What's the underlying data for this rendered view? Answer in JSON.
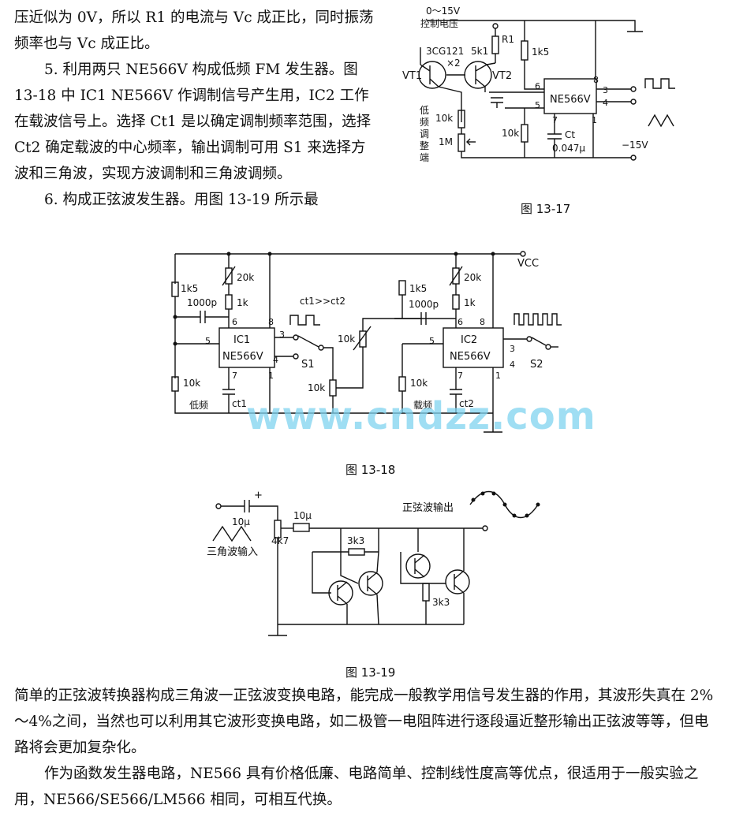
{
  "top_paragraphs": [
    "压近似为 0V，所以 R1 的电流与 Vc 成正比，同时振荡频率也与 Vc 成正比。",
    "5. 利用两只 NE566V 构成低频 FM 发生器。图 13-18 中 IC1 NE566V 作调制信号产生用，IC2 工作在载波信号上。选择 Ct1 是以确定调制频率范围，选择 Ct2 确定载波的中心频率，输出调制可用 S1 来选择方波和三角波，实现方波调制和三角波调频。",
    "6. 构成正弦波发生器。用图 13-19 所示最"
  ],
  "bottom_paragraphs": [
    "简单的正弦波转换器构成三角波一正弦波变换电路，能完成一般教学用信号发生器的作用，其波形失真在 2%～4%之间，当然也可以利用其它波形变换电路，如二极管一电阻阵进行逐段逼近整形输出正弦波等等，但电路将会更加复杂化。",
    "作为函数发生器电路，NE566 具有价格低廉、电路简单、控制线性度高等优点，很适用于一般实验之用，NE566/SE566/LM566 相同，可相互代换。"
  ],
  "fig17": {
    "caption": "图 13-17",
    "labels": {
      "range": "0～15V",
      "ctrl": "控制电压",
      "trans": "3CG121",
      "x2": "×2",
      "vt1": "VT1",
      "vt2": "VT2",
      "r1": "R1",
      "r1v": "5k1",
      "r1k5": "1k5",
      "ic": "NE566V",
      "p6": "6",
      "p5": "5",
      "p8": "8",
      "p3": "3",
      "p4": "4",
      "p7": "7",
      "p1": "1",
      "r10k_a": "10k",
      "r1m": "1M",
      "r10k_b": "10k",
      "ct": "Ct",
      "ctv": "0.047μ",
      "neg": "−15V",
      "tune": [
        "低",
        "频",
        "调",
        "整",
        "端"
      ]
    }
  },
  "fig18": {
    "caption": "图 13-18",
    "labels": {
      "vcc": "VCC",
      "ic1": "IC1",
      "ic2": "IC2",
      "ne1": "NE566V",
      "ne2": "NE566V",
      "r1k5a": "1k5",
      "r1k5b": "1k5",
      "c1000a": "1000p",
      "c1000b": "1000p",
      "r20ka": "20k",
      "r20kb": "20k",
      "r1ka": "1k",
      "r1kb": "1k",
      "r10ka": "10k",
      "r10kb": "10k",
      "r10kc": "10k",
      "r10kd": "10k",
      "ct_rel": "ct1>>ct2",
      "s1": "S1",
      "s2": "S2",
      "low": "低频",
      "carrier": "载频",
      "ct1": "ct1",
      "ct2": "ct2",
      "pins1": [
        "6",
        "8",
        "5",
        "3",
        "4",
        "7",
        "1"
      ],
      "pins2": [
        "6",
        "8",
        "5",
        "3",
        "4",
        "7",
        "1"
      ]
    }
  },
  "fig19": {
    "caption": "图 13-19",
    "labels": {
      "plus": "+",
      "c10u": "10μ",
      "tri_in": "三角波输入",
      "pot": "4k7",
      "c10u_b": "10μ",
      "r3k3a": "3k3",
      "r3k3b": "3k3",
      "sine_out": "正弦波输出"
    }
  },
  "watermark": "www.cndzz.com"
}
